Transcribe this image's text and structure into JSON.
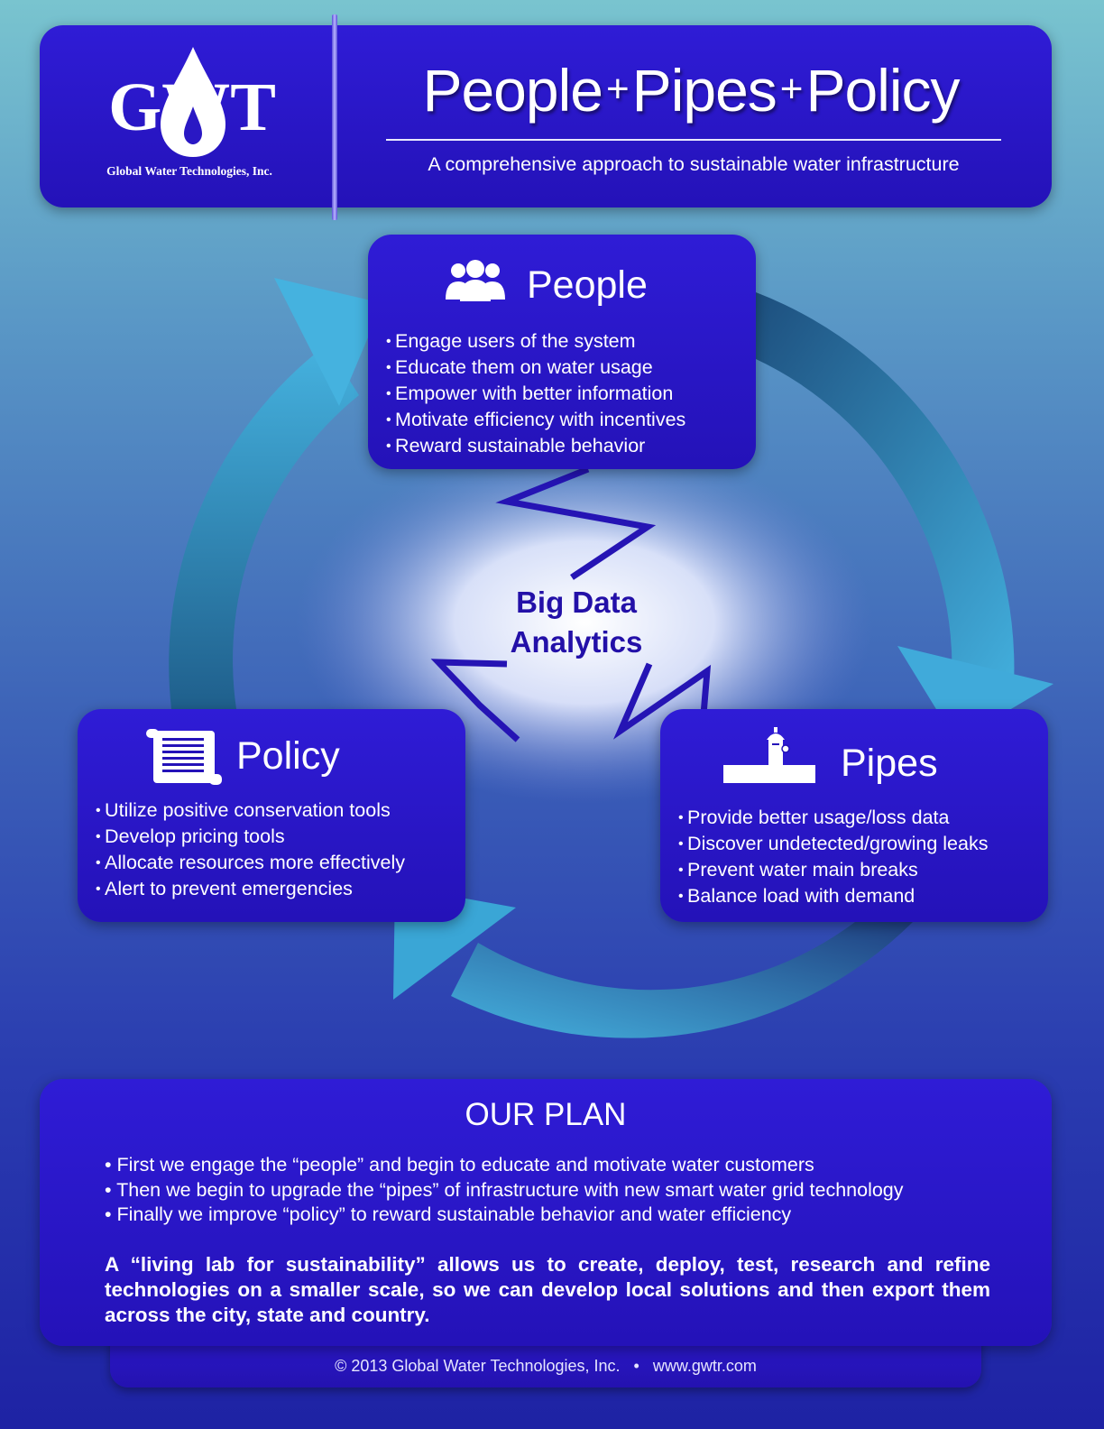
{
  "header": {
    "logo_text": "GWT",
    "logo_subtitle": "Global Water Technologies, Inc.",
    "title_parts": [
      "People",
      "+",
      "Pipes",
      "+",
      "Policy"
    ],
    "subtitle": "A comprehensive approach to sustainable water infrastructure"
  },
  "cycle": {
    "center_label_line1": "Big Data",
    "center_label_line2": "Analytics",
    "people": {
      "title": "People",
      "icon": "people-group-icon",
      "items": [
        "Engage users of the system",
        "Educate them on water usage",
        "Empower with better information",
        "Motivate efficiency with incentives",
        "Reward sustainable behavior"
      ]
    },
    "pipes": {
      "title": "Pipes",
      "icon": "pipe-hydrant-icon",
      "items": [
        "Provide better usage/loss data",
        "Discover undetected/growing leaks",
        "Prevent water main breaks",
        "Balance load with demand"
      ]
    },
    "policy": {
      "title": "Policy",
      "icon": "document-scroll-icon",
      "items": [
        "Utilize positive conservation tools",
        "Develop pricing tools",
        "Allocate resources more effectively",
        "Alert to prevent emergencies"
      ]
    }
  },
  "plan": {
    "title": "OUR PLAN",
    "items": [
      "• First we engage the “people” and begin to educate and motivate water customers",
      "• Then we begin to upgrade the “pipes” of infrastructure with new smart water grid technology",
      "• Finally we improve “policy” to reward sustainable behavior and water efficiency"
    ],
    "statement": "A “living lab for sustainability” allows us to create, deploy, test, research and refine technologies on a smaller scale, so we can develop local solutions and then export them across the city, state and country."
  },
  "footer": {
    "copyright": "© 2013 Global Water Technologies, Inc.   •   www.gwtr.com"
  },
  "colors": {
    "panel": "#2412b8",
    "arrow": "#3aa6d4",
    "arrow_dark": "#1f5f8c",
    "text": "#ffffff",
    "center_text": "#2310a8"
  }
}
